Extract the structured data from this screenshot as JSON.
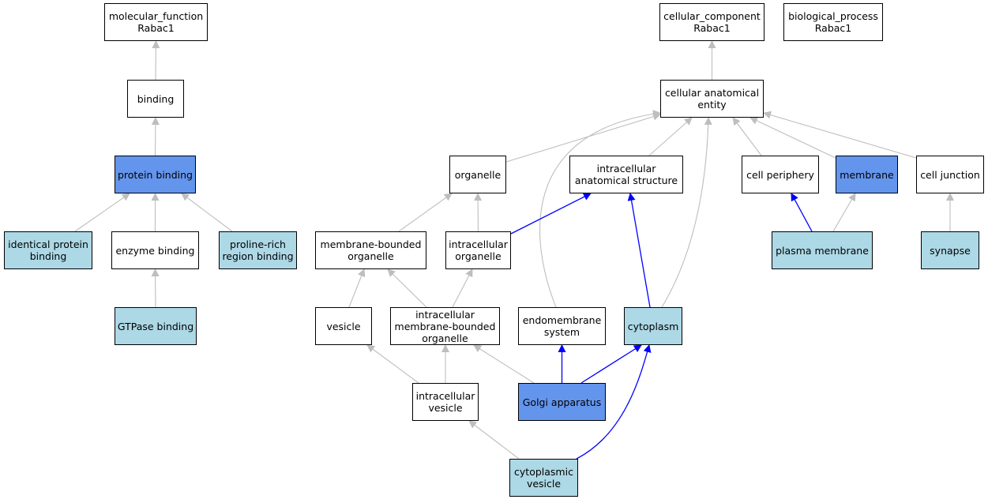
{
  "colors": {
    "annotated": "#6495ed",
    "related": "#add8e6",
    "plain": "#ffffff",
    "edge_isa": "#bebebe",
    "edge_partof": "#0000ff"
  },
  "nodes": [
    {
      "id": "mf_root",
      "label": "molecular_function\nRabac1",
      "fill": "plain"
    },
    {
      "id": "binding",
      "label": "binding",
      "fill": "plain"
    },
    {
      "id": "protein_binding",
      "label": "protein binding",
      "fill": "annotated"
    },
    {
      "id": "identical_protein_binding",
      "label": "identical protein\nbinding",
      "fill": "related"
    },
    {
      "id": "enzyme_binding",
      "label": "enzyme binding",
      "fill": "plain"
    },
    {
      "id": "proline_rich",
      "label": "proline-rich\nregion binding",
      "fill": "related"
    },
    {
      "id": "gtpase_binding",
      "label": "GTPase binding",
      "fill": "related"
    },
    {
      "id": "cc_root",
      "label": "cellular_component\nRabac1",
      "fill": "plain"
    },
    {
      "id": "bp_root",
      "label": "biological_process\nRabac1",
      "fill": "plain"
    },
    {
      "id": "cae",
      "label": "cellular anatomical\nentity",
      "fill": "plain"
    },
    {
      "id": "organelle",
      "label": "organelle",
      "fill": "plain"
    },
    {
      "id": "ias",
      "label": "intracellular\nanatomical structure",
      "fill": "plain"
    },
    {
      "id": "cell_periphery",
      "label": "cell periphery",
      "fill": "plain"
    },
    {
      "id": "membrane",
      "label": "membrane",
      "fill": "annotated"
    },
    {
      "id": "cell_junction",
      "label": "cell junction",
      "fill": "plain"
    },
    {
      "id": "mbo",
      "label": "membrane-bounded\norganelle",
      "fill": "plain"
    },
    {
      "id": "io",
      "label": "intracellular\norganelle",
      "fill": "plain"
    },
    {
      "id": "plasma_membrane",
      "label": "plasma membrane",
      "fill": "related"
    },
    {
      "id": "synapse",
      "label": "synapse",
      "fill": "related"
    },
    {
      "id": "vesicle",
      "label": "vesicle",
      "fill": "plain"
    },
    {
      "id": "imbo",
      "label": "intracellular\nmembrane-bounded\norganelle",
      "fill": "plain"
    },
    {
      "id": "endomembrane",
      "label": "endomembrane\nsystem",
      "fill": "plain"
    },
    {
      "id": "cytoplasm",
      "label": "cytoplasm",
      "fill": "related"
    },
    {
      "id": "iv",
      "label": "intracellular\nvesicle",
      "fill": "plain"
    },
    {
      "id": "golgi",
      "label": "Golgi apparatus",
      "fill": "annotated"
    },
    {
      "id": "cyto_vesicle",
      "label": "cytoplasmic\nvesicle",
      "fill": "related"
    }
  ],
  "edges": [
    {
      "from": "binding",
      "to": "mf_root",
      "type": "is_a"
    },
    {
      "from": "protein_binding",
      "to": "binding",
      "type": "is_a"
    },
    {
      "from": "identical_protein_binding",
      "to": "protein_binding",
      "type": "is_a"
    },
    {
      "from": "enzyme_binding",
      "to": "protein_binding",
      "type": "is_a"
    },
    {
      "from": "proline_rich",
      "to": "protein_binding",
      "type": "is_a"
    },
    {
      "from": "gtpase_binding",
      "to": "enzyme_binding",
      "type": "is_a"
    },
    {
      "from": "cae",
      "to": "cc_root",
      "type": "is_a"
    },
    {
      "from": "organelle",
      "to": "cae",
      "type": "is_a"
    },
    {
      "from": "ias",
      "to": "cae",
      "type": "is_a"
    },
    {
      "from": "cell_periphery",
      "to": "cae",
      "type": "is_a"
    },
    {
      "from": "membrane",
      "to": "cae",
      "type": "is_a"
    },
    {
      "from": "cell_junction",
      "to": "cae",
      "type": "is_a"
    },
    {
      "from": "endomembrane",
      "to": "cae",
      "type": "is_a"
    },
    {
      "from": "cytoplasm",
      "to": "cae",
      "type": "is_a"
    },
    {
      "from": "mbo",
      "to": "organelle",
      "type": "is_a"
    },
    {
      "from": "io",
      "to": "organelle",
      "type": "is_a"
    },
    {
      "from": "io",
      "to": "ias",
      "type": "part_of"
    },
    {
      "from": "cytoplasm",
      "to": "ias",
      "type": "part_of"
    },
    {
      "from": "plasma_membrane",
      "to": "cell_periphery",
      "type": "part_of"
    },
    {
      "from": "plasma_membrane",
      "to": "membrane",
      "type": "is_a"
    },
    {
      "from": "synapse",
      "to": "cell_junction",
      "type": "is_a"
    },
    {
      "from": "vesicle",
      "to": "mbo",
      "type": "is_a"
    },
    {
      "from": "imbo",
      "to": "mbo",
      "type": "is_a"
    },
    {
      "from": "imbo",
      "to": "io",
      "type": "is_a"
    },
    {
      "from": "iv",
      "to": "vesicle",
      "type": "is_a"
    },
    {
      "from": "iv",
      "to": "imbo",
      "type": "is_a"
    },
    {
      "from": "golgi",
      "to": "imbo",
      "type": "is_a"
    },
    {
      "from": "golgi",
      "to": "endomembrane",
      "type": "part_of"
    },
    {
      "from": "golgi",
      "to": "cytoplasm",
      "type": "part_of"
    },
    {
      "from": "cyto_vesicle",
      "to": "iv",
      "type": "is_a"
    },
    {
      "from": "cyto_vesicle",
      "to": "cytoplasm",
      "type": "part_of"
    }
  ]
}
